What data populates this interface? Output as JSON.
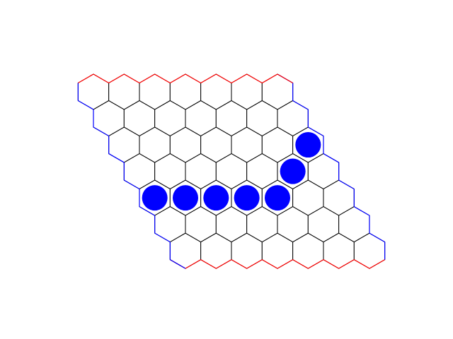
{
  "board": {
    "size": 7,
    "colors": {
      "background": "#ffffff",
      "cell_fill": "#ffffff",
      "grid_line": "#000000",
      "edge_red": "#ff0000",
      "edge_blue": "#0000ff",
      "stone_blue": "#0000ff"
    },
    "stones": [
      {
        "row": 2,
        "col": 6,
        "color": "blue"
      },
      {
        "row": 3,
        "col": 5,
        "color": "blue"
      },
      {
        "row": 4,
        "col": 0,
        "color": "blue"
      },
      {
        "row": 4,
        "col": 1,
        "color": "blue"
      },
      {
        "row": 4,
        "col": 2,
        "color": "blue"
      },
      {
        "row": 4,
        "col": 3,
        "color": "blue"
      },
      {
        "row": 4,
        "col": 4,
        "color": "blue"
      }
    ]
  }
}
